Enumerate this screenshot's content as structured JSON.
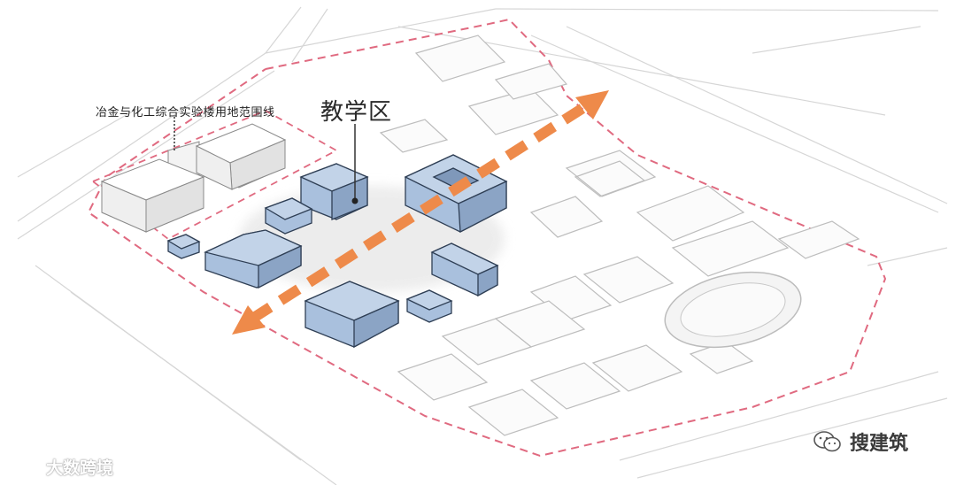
{
  "labels": {
    "site_boundary": "冶金与化工综合实验楼用地范围线",
    "teaching_zone": "教学区"
  },
  "watermarks": {
    "left_text": "大数跨境",
    "left_icon": "bubble-logo-icon",
    "right_text": "搜建筑",
    "right_icon": "wechat-icon"
  },
  "colors": {
    "boundary_dash": "#e0607a",
    "arrow": "#ee8a4a",
    "teaching_block_top": "#a9c0dd",
    "teaching_block_side": "#7f98ba",
    "lab_block": "#f7f7f7",
    "context_line": "#cfcfcf"
  }
}
